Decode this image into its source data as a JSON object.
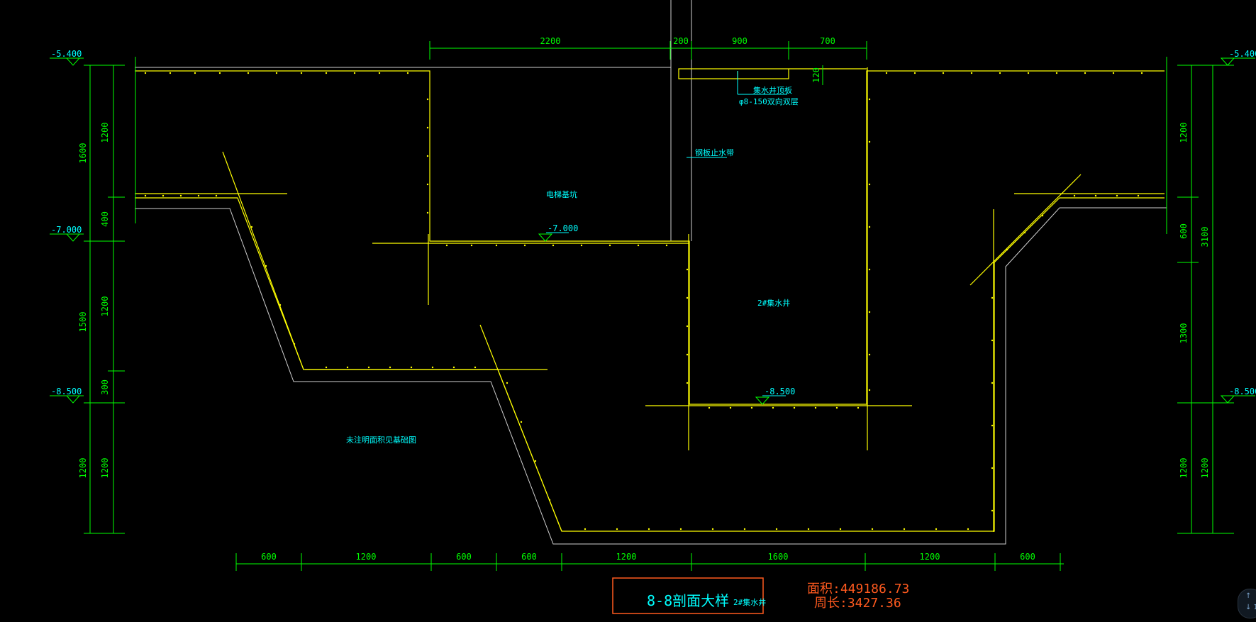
{
  "levels": {
    "top": "-5.400",
    "mid": "-7.000",
    "bottom": "-8.500"
  },
  "dimensions": {
    "top": [
      "2200",
      "200",
      "900",
      "700"
    ],
    "bottom": [
      "600",
      "1200",
      "600",
      "600",
      "1200",
      "1600",
      "1200",
      "600"
    ],
    "left_inner": [
      "1200",
      "400",
      "1200",
      "300",
      "1200"
    ],
    "left_outer": [
      "1600",
      "1500",
      "1200"
    ],
    "right_inner": [
      "1200",
      "600",
      "1300",
      "1200"
    ],
    "right_outer": [
      "3100",
      "1200"
    ],
    "slab": "120"
  },
  "notes": {
    "well_cover_1": "集水井顶板",
    "well_cover_2": "φ8-150双向双层",
    "steel_wall": "钢板止水带",
    "elevator_pit": "电梯基坑",
    "sump": "2#集水井",
    "gap_fill": "未注明面积见基础图"
  },
  "stats": {
    "area": "面积:449186.73",
    "perimeter": "周长:3427.36"
  },
  "title_block": {
    "title": "8-8剖面大样",
    "subtitle": "2#集水井"
  },
  "nav": {
    "up": "↑",
    "down": "↓ 1"
  },
  "colors": {
    "background": "#000000",
    "dimension": "#00ff00",
    "rebar": "#ffff00",
    "text": "#00ffff",
    "stats": "#ff5a1f"
  }
}
